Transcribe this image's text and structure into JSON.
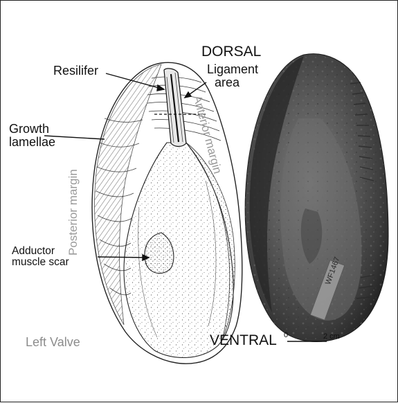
{
  "figure": {
    "orientation": {
      "top": "DORSAL",
      "bottom": "VENTRAL"
    },
    "labels": {
      "resilifer": "Resilifer",
      "ligament_area": [
        "Ligament",
        "area"
      ],
      "growth_lamellae": [
        "Growth",
        "lamellae"
      ],
      "posterior_margin": "Posterior margin",
      "anterior_margin": "Anterior margin",
      "adductor_muscle_scar": [
        "Adductor",
        "muscle scar"
      ],
      "left_valve": "Left Valve"
    },
    "specimen_label": "WF1467",
    "scale_bar": {
      "start": "0",
      "end": "2 cm"
    }
  }
}
